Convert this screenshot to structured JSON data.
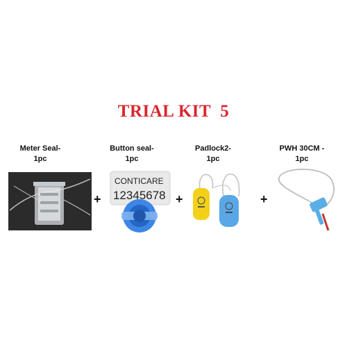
{
  "title": "TRIAL KIT  5",
  "items": [
    {
      "line1": "Meter Seal-",
      "line2": "1pc"
    },
    {
      "line1": "Button seal-",
      "line2": "1pc"
    },
    {
      "line1": "Padlock2-",
      "line2": "1pc"
    },
    {
      "line1": "PWH 30CM -",
      "line2": "1pc"
    }
  ],
  "separator": "+",
  "button_seal_tag": {
    "brand": "CONTICARE",
    "number": "12345678"
  },
  "colors": {
    "title": "#d8262e",
    "padlock_yellow": "#f3d11a",
    "padlock_blue": "#5aa7e6",
    "button_blue": "#2f7fe0"
  }
}
